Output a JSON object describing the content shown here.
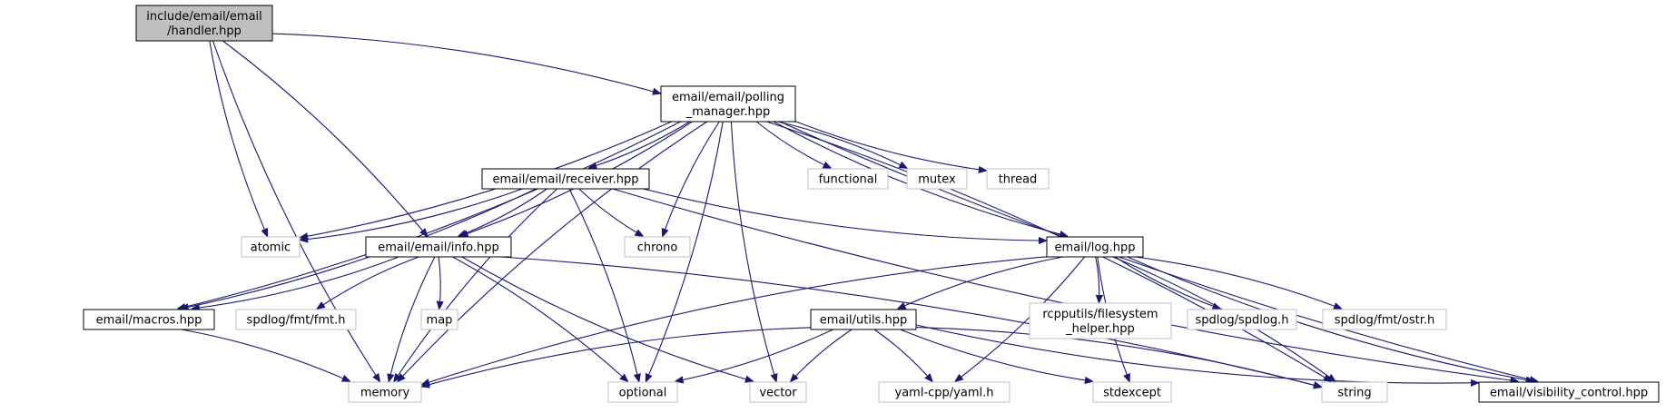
{
  "graph": {
    "nodes": [
      {
        "id": "handler",
        "lines": [
          "include/email/email",
          "/handler.hpp"
        ],
        "kind": "root"
      },
      {
        "id": "polling",
        "lines": [
          "email/email/polling",
          "_manager.hpp"
        ],
        "kind": "project"
      },
      {
        "id": "receiver",
        "lines": [
          "email/email/receiver.hpp"
        ],
        "kind": "project"
      },
      {
        "id": "info",
        "lines": [
          "email/email/info.hpp"
        ],
        "kind": "project"
      },
      {
        "id": "log",
        "lines": [
          "email/log.hpp"
        ],
        "kind": "project"
      },
      {
        "id": "macros",
        "lines": [
          "email/macros.hpp"
        ],
        "kind": "project"
      },
      {
        "id": "utils",
        "lines": [
          "email/utils.hpp"
        ],
        "kind": "project"
      },
      {
        "id": "visibility",
        "lines": [
          "email/visibility_control.hpp"
        ],
        "kind": "project"
      },
      {
        "id": "functional",
        "lines": [
          "functional"
        ],
        "kind": "system"
      },
      {
        "id": "mutex",
        "lines": [
          "mutex"
        ],
        "kind": "system"
      },
      {
        "id": "thread",
        "lines": [
          "thread"
        ],
        "kind": "system"
      },
      {
        "id": "atomic",
        "lines": [
          "atomic"
        ],
        "kind": "system"
      },
      {
        "id": "chrono",
        "lines": [
          "chrono"
        ],
        "kind": "system"
      },
      {
        "id": "fmt",
        "lines": [
          "spdlog/fmt/fmt.h"
        ],
        "kind": "system"
      },
      {
        "id": "map",
        "lines": [
          "map"
        ],
        "kind": "system"
      },
      {
        "id": "fs",
        "lines": [
          "rcpputils/filesystem",
          "_helper.hpp"
        ],
        "kind": "system"
      },
      {
        "id": "spdlog",
        "lines": [
          "spdlog/spdlog.h"
        ],
        "kind": "system"
      },
      {
        "id": "ostr",
        "lines": [
          "spdlog/fmt/ostr.h"
        ],
        "kind": "system"
      },
      {
        "id": "memory",
        "lines": [
          "memory"
        ],
        "kind": "system"
      },
      {
        "id": "optional",
        "lines": [
          "optional"
        ],
        "kind": "system"
      },
      {
        "id": "vector",
        "lines": [
          "vector"
        ],
        "kind": "system"
      },
      {
        "id": "yaml",
        "lines": [
          "yaml-cpp/yaml.h"
        ],
        "kind": "system"
      },
      {
        "id": "stdexcept",
        "lines": [
          "stdexcept"
        ],
        "kind": "system"
      },
      {
        "id": "string",
        "lines": [
          "string"
        ],
        "kind": "system"
      }
    ],
    "edges": [
      [
        "handler",
        "polling"
      ],
      [
        "handler",
        "atomic"
      ],
      [
        "handler",
        "info"
      ],
      [
        "handler",
        "memory"
      ],
      [
        "polling",
        "receiver"
      ],
      [
        "polling",
        "functional"
      ],
      [
        "polling",
        "mutex"
      ],
      [
        "polling",
        "thread"
      ],
      [
        "polling",
        "atomic"
      ],
      [
        "polling",
        "chrono"
      ],
      [
        "polling",
        "info"
      ],
      [
        "polling",
        "log"
      ],
      [
        "polling",
        "macros"
      ],
      [
        "polling",
        "memory"
      ],
      [
        "polling",
        "optional"
      ],
      [
        "polling",
        "vector"
      ],
      [
        "polling",
        "string"
      ],
      [
        "polling",
        "visibility"
      ],
      [
        "receiver",
        "atomic"
      ],
      [
        "receiver",
        "chrono"
      ],
      [
        "receiver",
        "info"
      ],
      [
        "receiver",
        "log"
      ],
      [
        "receiver",
        "macros"
      ],
      [
        "receiver",
        "memory"
      ],
      [
        "receiver",
        "optional"
      ],
      [
        "receiver",
        "visibility"
      ],
      [
        "info",
        "macros"
      ],
      [
        "info",
        "fmt"
      ],
      [
        "info",
        "map"
      ],
      [
        "info",
        "memory"
      ],
      [
        "info",
        "optional"
      ],
      [
        "info",
        "vector"
      ],
      [
        "info",
        "string"
      ],
      [
        "log",
        "utils"
      ],
      [
        "log",
        "fs"
      ],
      [
        "log",
        "spdlog"
      ],
      [
        "log",
        "ostr"
      ],
      [
        "log",
        "memory"
      ],
      [
        "log",
        "yaml"
      ],
      [
        "log",
        "stdexcept"
      ],
      [
        "log",
        "string"
      ],
      [
        "log",
        "visibility"
      ],
      [
        "macros",
        "memory"
      ],
      [
        "utils",
        "memory"
      ],
      [
        "utils",
        "optional"
      ],
      [
        "utils",
        "vector"
      ],
      [
        "utils",
        "yaml"
      ],
      [
        "utils",
        "stdexcept"
      ],
      [
        "utils",
        "string"
      ],
      [
        "utils",
        "visibility"
      ]
    ]
  },
  "colors": {
    "edge": "#191970",
    "root_fill": "#bfbfbf",
    "project_border": "#000000",
    "system_border": "#bfbfbf",
    "background": "#ffffff"
  }
}
